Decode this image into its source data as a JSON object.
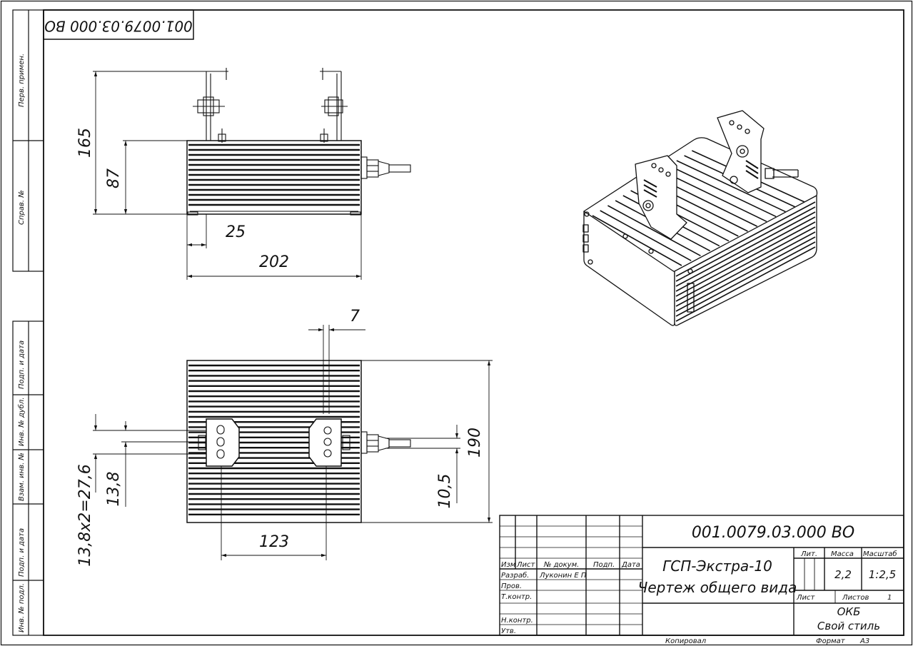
{
  "drawing": {
    "doc_number": "001.0079.03.000 ВО",
    "product_name": "ГСП-Экстра-10",
    "drawing_title": "Чертеж общего вида"
  },
  "dimensions": {
    "total_height": "165",
    "body_height": "87",
    "bracket_offset": "25",
    "body_length": "202",
    "hole_gap": "7",
    "slot_spacing_total": "13,8х2=27,6",
    "slot_spacing": "13,8",
    "gland_offset": "10,5",
    "body_width": "190",
    "bracket_span": "123"
  },
  "side_margin": {
    "perv_primen": "Перв. примен.",
    "sprav_no": "Справ. №",
    "podp_data_1": "Подп. и дата",
    "inv_dubl": "Инв. № дубл.",
    "vzam_inv": "Взам. инв. №",
    "podp_data_2": "Подп. и дата",
    "inv_podl": "Инв. № подл."
  },
  "title_block": {
    "col_izm": "Изм",
    "col_list": "Лист",
    "col_doc": "№ докум.",
    "col_podp": "Подп.",
    "col_data": "Дата",
    "role_razrab": "Разраб.",
    "role_prov": "Пров.",
    "role_tkontr": "Т.контр.",
    "role_nkontr": "Н.контр.",
    "role_utv": "Утв.",
    "razrab_name": "Луконин Е П",
    "lit_label": "Лит.",
    "massa_label": "Масса",
    "masshtab_label": "Масштаб",
    "massa_value": "2,2",
    "masshtab_value": "1:2,5",
    "list_label": "Лист",
    "listov_label": "Листов",
    "listov_value": "1",
    "org_1": "ОКБ",
    "org_2": "Свой стиль",
    "kopiroval": "Копировал",
    "format_label": "Формат",
    "format_value": "А3"
  }
}
